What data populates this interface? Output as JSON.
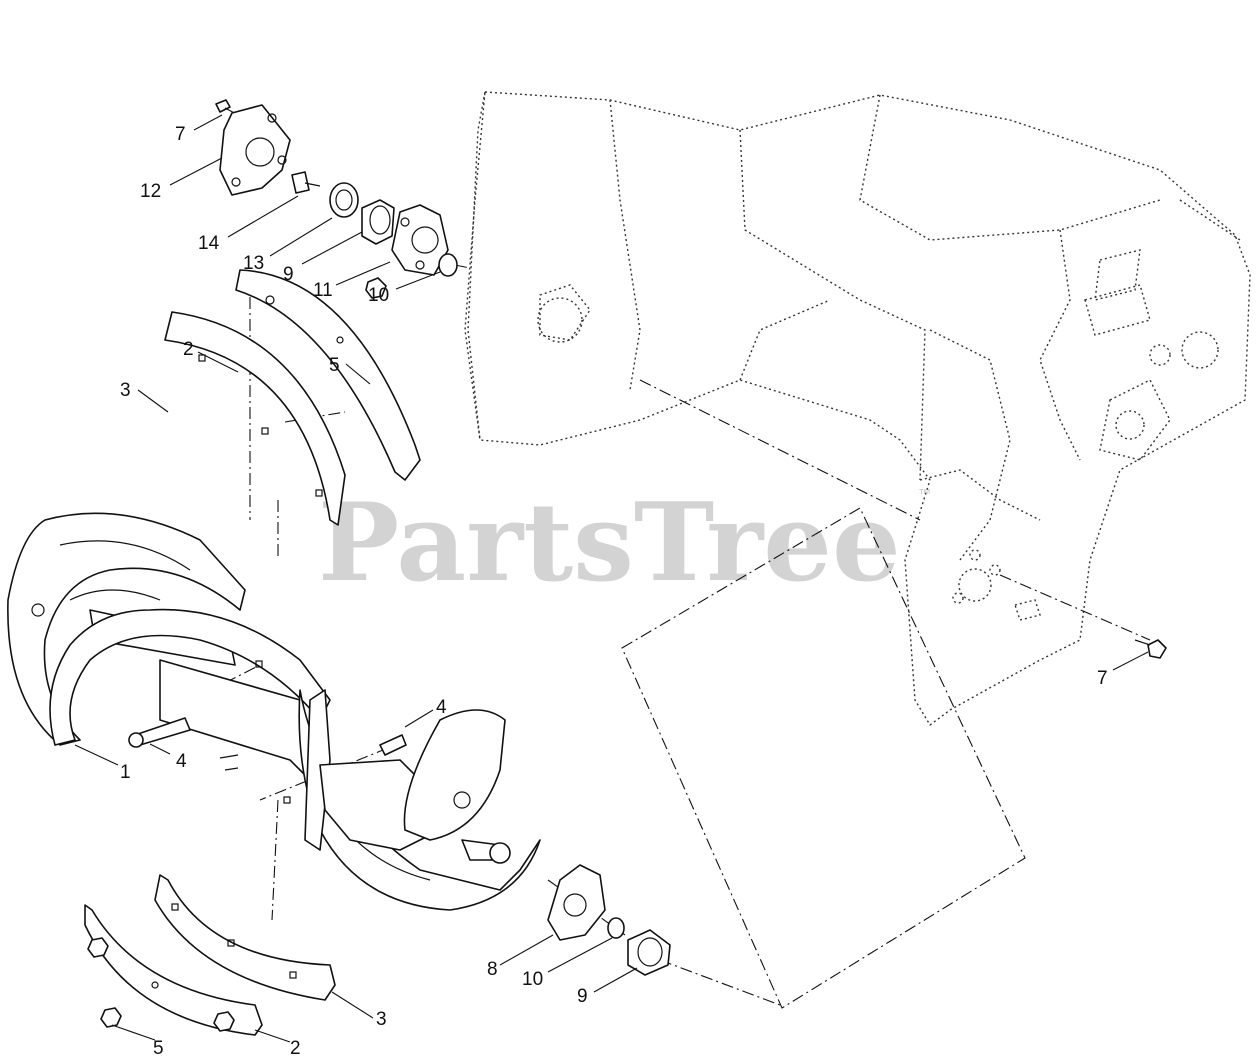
{
  "watermark": {
    "brand": "PartsTree",
    "trademark": "™"
  },
  "callouts": {
    "c7_top": "7",
    "c12": "12",
    "c14": "14",
    "c13": "13",
    "c9_top": "9",
    "c11": "11",
    "c10_top": "10",
    "c2_top": "2",
    "c5_top": "5",
    "c3_top": "3",
    "c4_right": "4",
    "c4_left": "4",
    "c1": "1",
    "c7_right": "7",
    "c8": "8",
    "c10_bottom": "10",
    "c9_bottom": "9",
    "c3_bottom": "3",
    "c5_bottom": "5",
    "c2_bottom": "2"
  }
}
